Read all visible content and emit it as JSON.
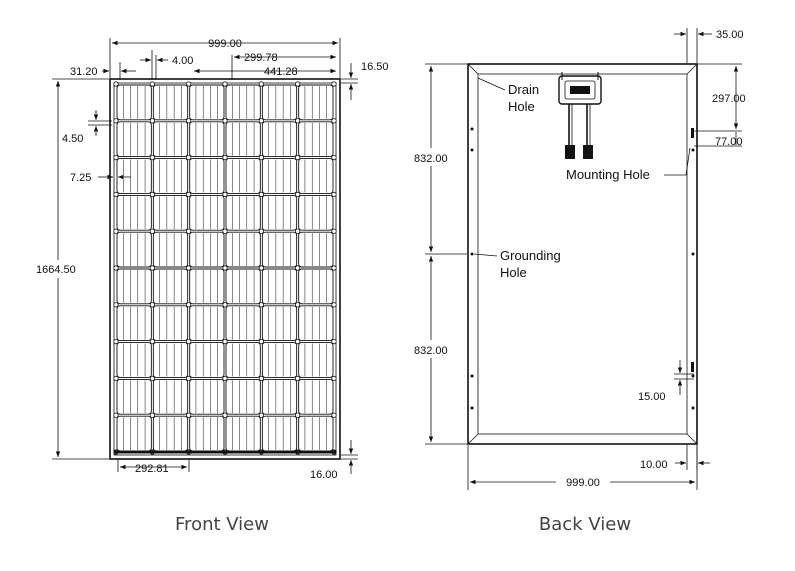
{
  "front_view": {
    "caption": "Front View",
    "dims": {
      "width_top": "999.00",
      "gap_4": "4.00",
      "dist_299": "299.78",
      "dist_441": "441.28",
      "left_31": "31.20",
      "top_16_50": "16.50",
      "left_4_50": "4.50",
      "left_7_25": "7.25",
      "height": "1664.50",
      "bottom_292": "292.81",
      "bottom_16": "16.00"
    }
  },
  "back_view": {
    "caption": "Back View",
    "labels": {
      "drain_hole_1": "Drain",
      "drain_hole_2": "Hole",
      "mounting_hole": "Mounting Hole",
      "grounding_hole_1": "Grounding",
      "grounding_hole_2": "Hole"
    },
    "dims": {
      "right_35": "35.00",
      "dist_297": "297.00",
      "dist_77": "77.00",
      "half_upper": "832.00",
      "half_lower": "832.00",
      "dist_15": "15.00",
      "bottom_10": "10.00",
      "width_bottom": "999.00"
    }
  }
}
